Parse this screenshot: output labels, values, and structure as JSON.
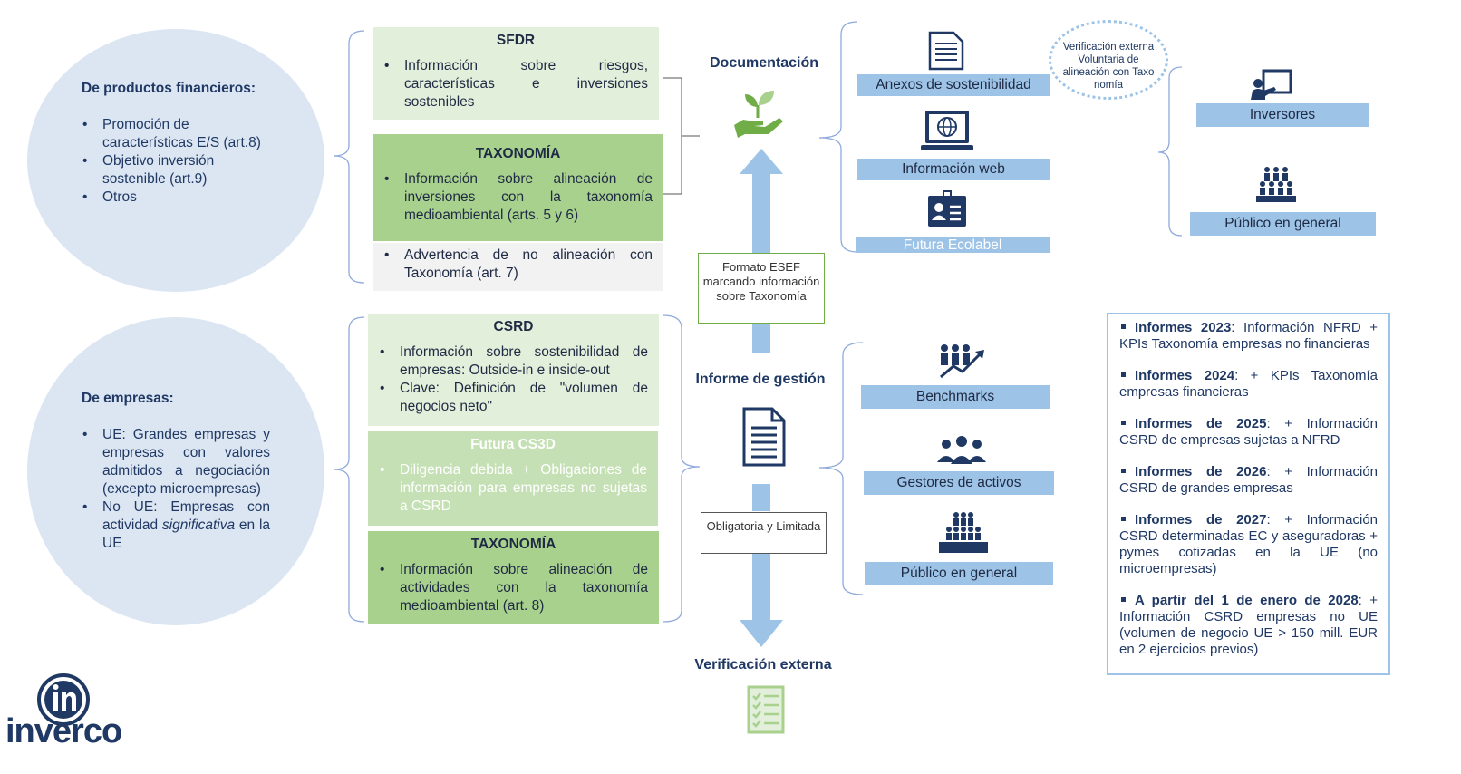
{
  "colors": {
    "navy": "#1f3864",
    "circle_bg": "#dce6f2",
    "light_green": "#e2efda",
    "mid_green": "#c5e0b4",
    "dark_green": "#a9d18e",
    "grey_panel": "#f2f2f2",
    "blue_label": "#9dc3e6",
    "arrow_blue": "#9dc3e6",
    "bracket": "#8faadc"
  },
  "left_top": {
    "title": "De productos financieros:",
    "items": [
      "Promoción de características E/S (art.8)",
      "Objetivo inversión sostenible (art.9)",
      "Otros"
    ]
  },
  "left_bottom": {
    "title": "De empresas:",
    "item1": "UE: Grandes empresas y empresas con valores admitidos a negociación (excepto microempresas)",
    "item2_pre": "No UE: Empresas con actividad ",
    "item2_em": "significativa",
    "item2_post": " en la UE"
  },
  "panels": {
    "sfdr": {
      "title": "SFDR",
      "item": "Información sobre riesgos, características e inversiones sostenibles"
    },
    "tax1": {
      "title": "TAXONOMÍA",
      "item": "Información sobre alineación de inversiones con la taxonomía medioambiental (arts. 5 y 6)"
    },
    "adv": {
      "item": "Advertencia de no alineación con Taxonomía (art. 7)"
    },
    "csrd": {
      "title": "CSRD",
      "item1": "Información sobre sostenibilidad de empresas: Outside-in e inside-out",
      "item2": "Clave: Definición de \"volumen de negocios neto\""
    },
    "cs3d": {
      "title": "Futura CS3D",
      "item": "Diligencia debida + Obligaciones de información para empresas no sujetas a CSRD"
    },
    "tax2": {
      "title": "TAXONOMÍA",
      "item": "Información sobre alineación de actividades con la taxonomía medioambiental (art. 8)"
    }
  },
  "center": {
    "documentacion": "Documentación",
    "esef_box": "Formato ESEF marcando información sobre Taxonomía",
    "informe": "Informe de gestión",
    "obligatoria_box": "Obligatoria y Limitada",
    "verificacion": "Verificación externa"
  },
  "documentation_channels": [
    "Anexos de sostenibilidad",
    "Información web",
    "Futura Ecolabel"
  ],
  "verif_voluntaria": "Verificación externa Voluntaria de alineación con Taxo nomía",
  "audiences_top": [
    "Inversores",
    "Público en general"
  ],
  "audiences_bottom": [
    "Benchmarks",
    "Gestores de activos",
    "Público en general"
  ],
  "timeline": [
    {
      "bold": "Informes 2023",
      "text": ": Información NFRD + KPIs Taxonomía empresas no financieras"
    },
    {
      "bold": "Informes 2024",
      "text": ": + KPIs Taxonomía empresas financieras"
    },
    {
      "bold": "Informes de 2025",
      "text": ": + Información CSRD de empresas sujetas a NFRD"
    },
    {
      "bold": "Informes de 2026",
      "text": ": + Información CSRD de grandes empresas"
    },
    {
      "bold": "Informes de 2027",
      "text": ": + Información CSRD determinadas EC y aseguradoras + pymes cotizadas en la UE (no microempresas)"
    },
    {
      "bold": "A partir del 1 de enero de 2028",
      "text": ": + Información CSRD empresas no UE (volumen de negocio UE > 150 mill. EUR en 2 ejercicios previos)"
    }
  ],
  "logo": {
    "text": "inverco"
  }
}
